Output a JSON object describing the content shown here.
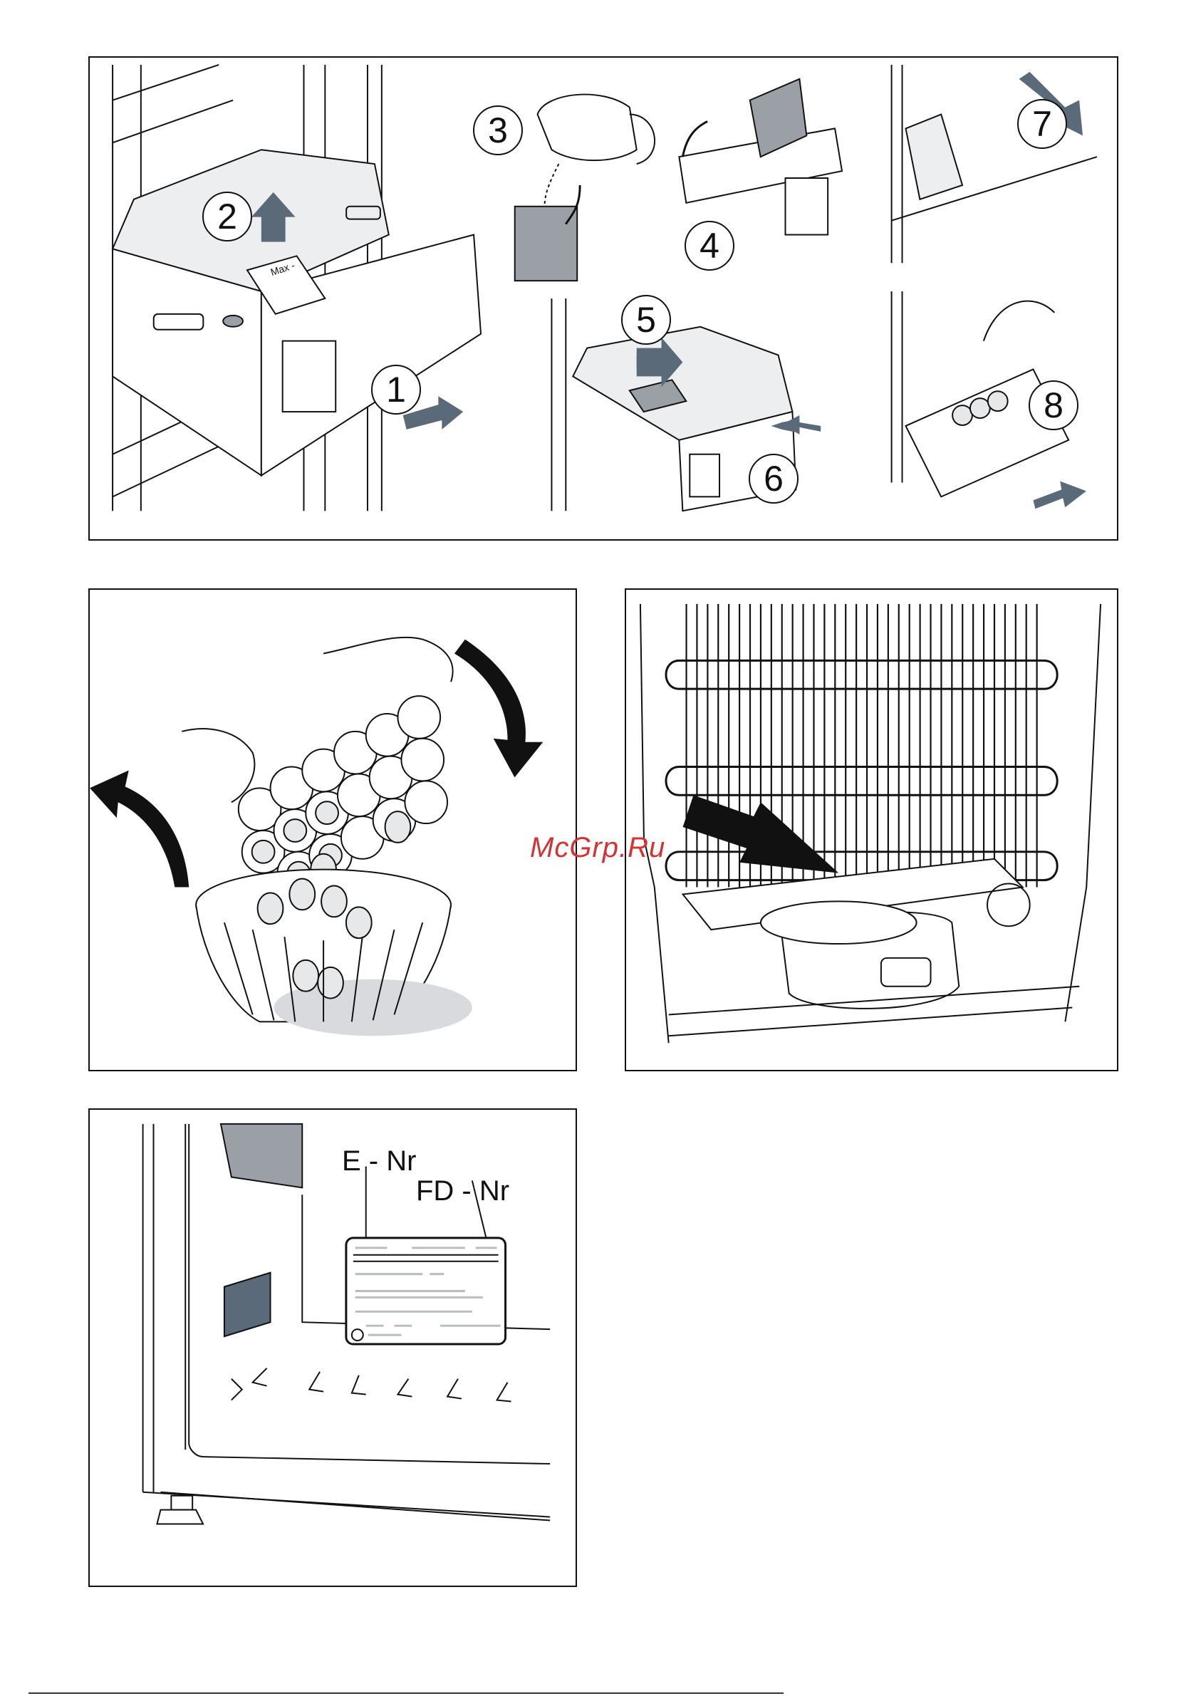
{
  "panel_ice": {
    "steps": [
      "1",
      "2",
      "3",
      "4",
      "5",
      "6",
      "7",
      "8"
    ],
    "tray_max_label": "Max -"
  },
  "panel_label": {
    "e_nr": "E - Nr",
    "fd_nr": "FD - Nr"
  },
  "watermark": "McGrp.Ru",
  "colors": {
    "line": "#111111",
    "arrow": "#5a6a78",
    "shade": "#9aa0a6",
    "light_shade": "#e6e8ea",
    "watermark": "#d53333"
  }
}
